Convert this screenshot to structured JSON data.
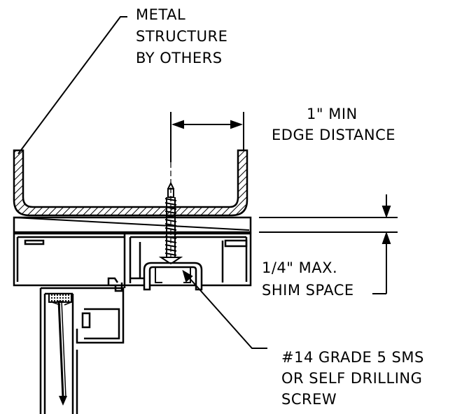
{
  "colors": {
    "ink": "#000000",
    "background": "#ffffff"
  },
  "labels": {
    "metal_structure": [
      "METAL",
      "STRUCTURE",
      "BY OTHERS"
    ],
    "edge_distance": [
      "1\" MIN",
      "EDGE DISTANCE"
    ],
    "shim_space": [
      "1/4\" MAX.",
      "SHIM SPACE"
    ],
    "screw": [
      "#14 GRADE 5 SMS",
      "OR SELF DRILLING",
      "SCREW"
    ]
  }
}
